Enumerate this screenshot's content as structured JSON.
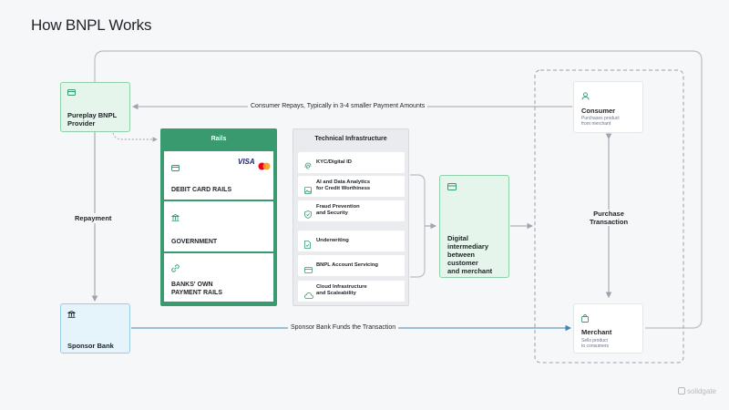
{
  "title": "How BNPL Works",
  "colors": {
    "green": "#3a9a6f",
    "blue_line": "#3d87b3",
    "gray_line": "#b9bec6",
    "dash": "#9aa1aa"
  },
  "cards": {
    "provider": {
      "label_line1": "Pureplay BNPL",
      "label_line2": "Provider",
      "icon": "card-icon"
    },
    "sponsor_bank": {
      "label": "Sponsor Bank",
      "icon": "bank-icon"
    },
    "digital_intermediary": {
      "line1": "Digital",
      "line2": "intermediary",
      "line3": "between",
      "line4": "customer",
      "line5": "and merchant",
      "icon": "card-icon"
    },
    "consumer": {
      "label": "Consumer",
      "sub_line1": "Purchases product",
      "sub_line2": "from merchant",
      "icon": "user-icon"
    },
    "merchant": {
      "label": "Merchant",
      "sub_line1": "Sells product",
      "sub_line2": "to consumers",
      "icon": "bag-icon"
    }
  },
  "rails": {
    "header": "Rails",
    "items": [
      {
        "label": "DEBIT CARD RAILS",
        "icon": "card-icon",
        "brand": "VISA"
      },
      {
        "label": "GOVERNMENT",
        "icon": "bank-icon"
      },
      {
        "label_line1": "BANKS' OWN",
        "label_line2": "PAYMENT RAILS",
        "icon": "link-icon"
      }
    ]
  },
  "tech": {
    "header": "Technical Infrastructure",
    "items": [
      {
        "line1": "KYC/Digital ID",
        "line2": "",
        "icon": "fingerprint-icon"
      },
      {
        "line1": "AI and Data Analytics",
        "line2": "for Credit Worthiness",
        "icon": "image-icon"
      },
      {
        "line1": "Fraud Prevention",
        "line2": "and Security",
        "icon": "shield-icon"
      },
      {
        "line1": "Underwriting",
        "line2": "",
        "icon": "document-icon"
      },
      {
        "line1": "BNPL Account Servicing",
        "line2": "",
        "icon": "card-icon"
      },
      {
        "line1": "Cloud Infrastructure",
        "line2": "and Scaleability",
        "icon": "cloud-icon"
      }
    ]
  },
  "flows": {
    "consumer_repays": "Consumer Repays, Typically in 3-4 smaller Payment Amounts",
    "sponsor_funds": "Sponsor Bank Funds the Transaction",
    "repayment": "Repayment",
    "purchase_line1": "Purchase",
    "purchase_line2": "Transaction"
  },
  "watermark": "solidgate"
}
